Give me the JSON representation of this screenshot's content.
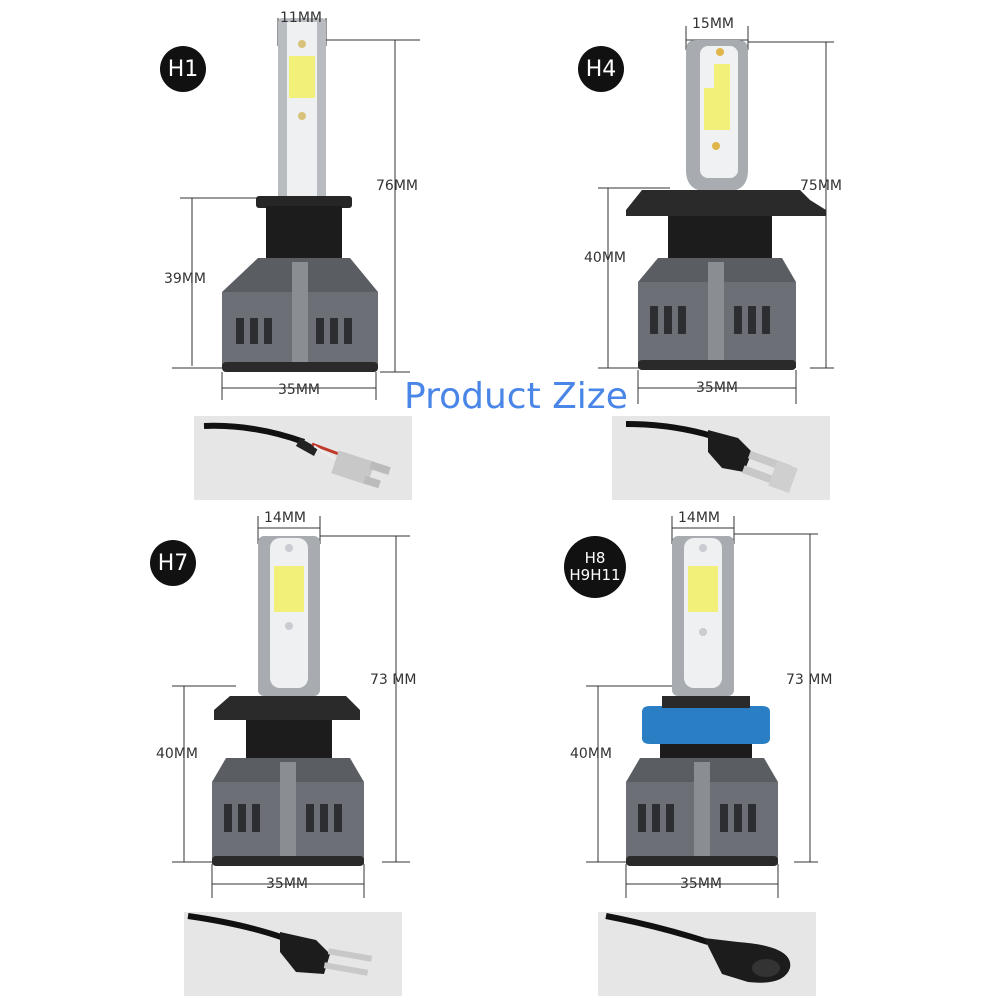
{
  "title": "Product Zize",
  "bulbs": [
    {
      "badge": "H1",
      "width_label": "11MM",
      "height_label": "76MM",
      "base_label": "39MM",
      "bottom_label": "35MM"
    },
    {
      "badge": "H4",
      "width_label": "15MM",
      "height_label": "75MM",
      "base_label": "40MM",
      "bottom_label": "35MM"
    },
    {
      "badge": "H7",
      "width_label": "14MM",
      "height_label": "73 MM",
      "base_label": "40MM",
      "bottom_label": "35MM"
    },
    {
      "badge_line1": "H8",
      "badge_line2": "H9H11",
      "width_label": "14MM",
      "height_label": "73 MM",
      "base_label": "40MM",
      "bottom_label": "35MM"
    }
  ],
  "colors": {
    "accent": "#4a86e8",
    "badge": "#111111",
    "collar_blue": "#2a7fc4",
    "led": "#f3f07a"
  }
}
